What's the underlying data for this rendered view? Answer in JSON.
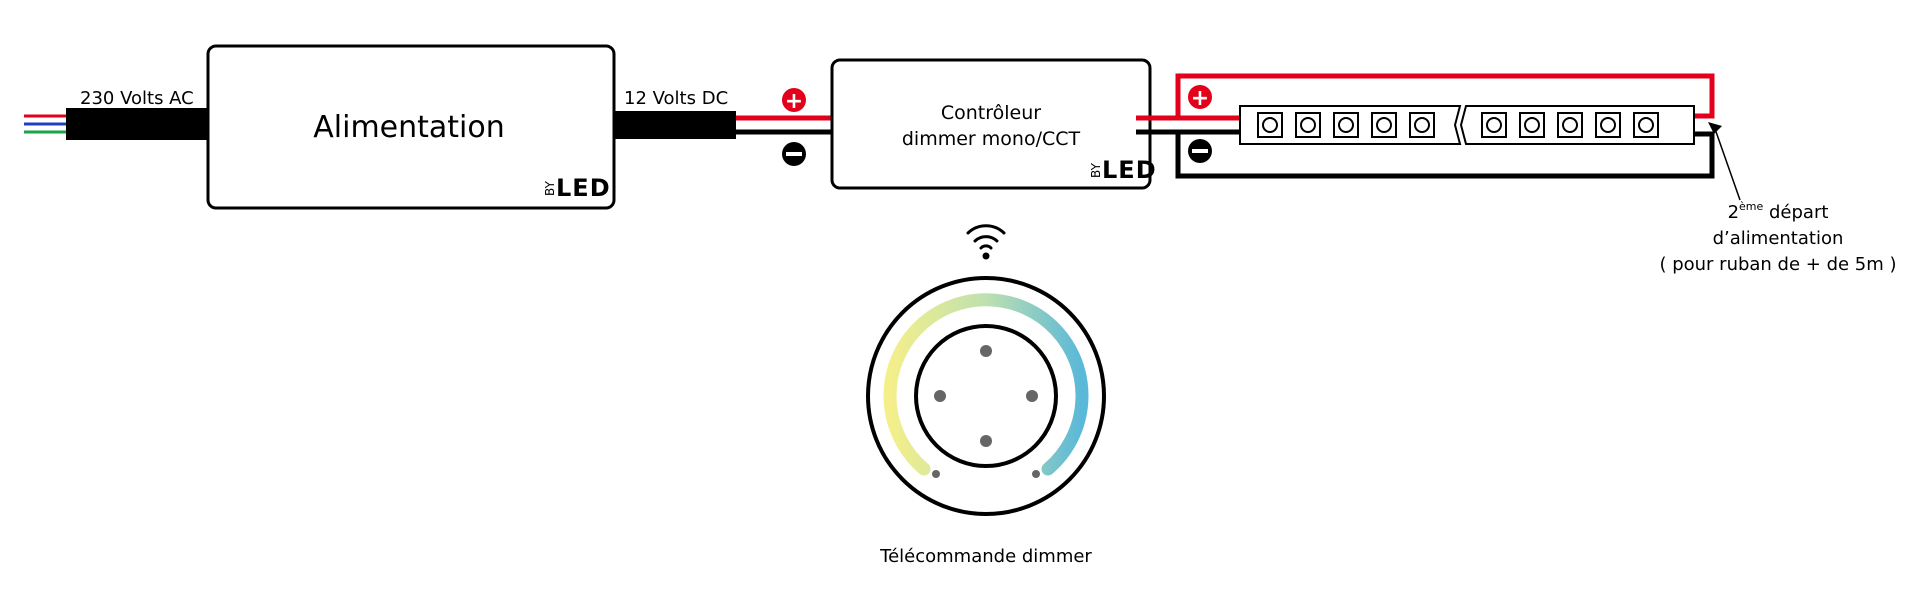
{
  "input": {
    "label": "230 Volts AC"
  },
  "power_supply": {
    "name": "Alimentation",
    "brand_small": "BY",
    "brand_big": "LED"
  },
  "output": {
    "label": "12 Volts DC"
  },
  "controller": {
    "line1": "Contrôleur",
    "line2": "dimmer mono/CCT",
    "brand_small": "BY",
    "brand_big": "LED"
  },
  "polarity": {
    "plus": "+",
    "minus": "−"
  },
  "strip": {
    "led_count_per_segment": 5,
    "segments": 2
  },
  "note": {
    "sup_number": "2",
    "sup": "ème",
    "line1_rest": " départ",
    "line2": "d’alimentation",
    "line3": "( pour ruban de + de 5m )"
  },
  "remote": {
    "label": "Télécommande dimmer",
    "icons": [
      "wifi-icon"
    ]
  },
  "colors": {
    "red": "#e3001b",
    "black": "#000000",
    "blue": "#1f3fbf",
    "green": "#1aa54a",
    "warm": "#f4ef8a",
    "cool": "#5ab8d8",
    "dot": "#666666"
  }
}
